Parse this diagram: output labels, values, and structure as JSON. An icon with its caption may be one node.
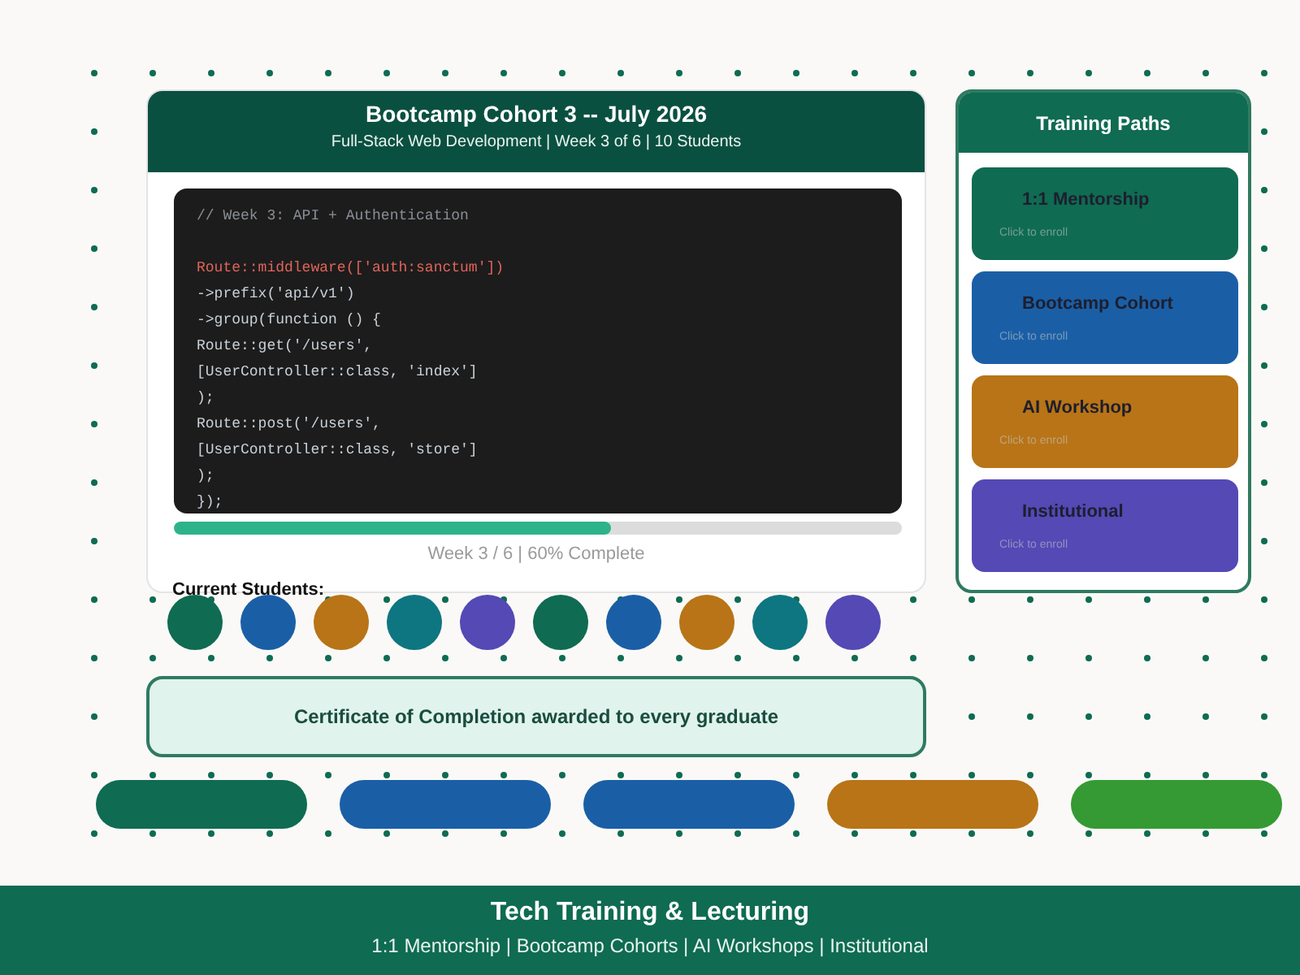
{
  "diagram": {
    "nodes": [
      {
        "text": [
          "Bootcamp Cohort 3 -- July 2026",
          "Full-Stack Web Development | Week 3 of 6 | 10 Students"
        ]
      },
      {
        "text": [
          "// Week 3: API + Authentication",
          "Route::middleware(['auth:sanctum'])",
          "->prefix('api/v1')",
          "->group(function () {",
          "Route::get('/users',",
          "[UserController::class, 'index']",
          ");",
          "Route::post('/users',",
          "[UserController::class, 'store']",
          ");",
          "});"
        ],
        "in": 0
      },
      {
        "text": [
          "Training Paths"
        ]
      },
      {
        "text": [
          "1:1 Mentorship",
          "Click to enroll"
        ],
        "in": 2
      },
      {
        "text": [
          "Bootcamp Cohort",
          "Click to enroll"
        ],
        "in": 2
      },
      {
        "text": [
          "AI Workshop",
          "Click to enroll"
        ],
        "in": 2
      },
      {
        "text": [
          "Institutional",
          "Click to enroll"
        ],
        "in": 2
      },
      {
        "text": [],
        "shape": "circle"
      },
      {
        "text": [],
        "shape": "circle"
      },
      {
        "text": [],
        "shape": "circle"
      },
      {
        "text": [],
        "shape": "circle"
      },
      {
        "text": [],
        "shape": "circle"
      },
      {
        "text": [],
        "shape": "circle"
      },
      {
        "text": [],
        "shape": "circle"
      },
      {
        "text": [],
        "shape": "circle"
      },
      {
        "text": [],
        "shape": "circle"
      },
      {
        "text": [],
        "shape": "circle"
      },
      {
        "text": [
          "Certificate of Completion awarded to every graduate"
        ]
      },
      {
        "text": [],
        "shape": "bar"
      },
      {
        "text": [],
        "shape": "bar"
      },
      {
        "text": [],
        "shape": "bar"
      },
      {
        "text": [],
        "shape": "bar"
      },
      {
        "text": [],
        "shape": "bar"
      },
      {
        "text": [
          "Tech Training & Lecturing",
          "1:1 Mentorship | Bootcamp Cohorts | AI Workshops | Institutional"
        ]
      }
    ],
    "labels": [
      "Week 3 / 6 | 60% Complete",
      "Current Students:"
    ]
  }
}
